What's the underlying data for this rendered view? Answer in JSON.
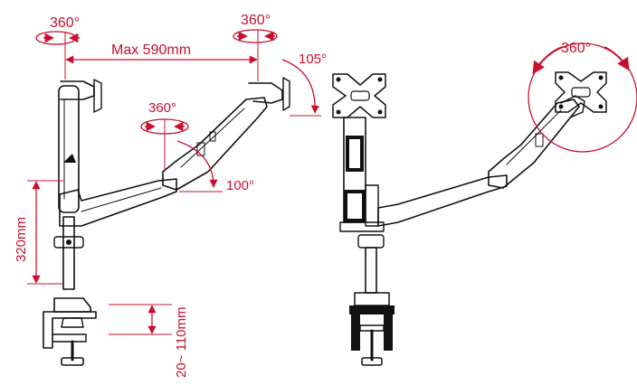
{
  "colors": {
    "annotation": "#c8102e",
    "line": "#111111",
    "background": "#ffffff"
  },
  "labels": {
    "rot_left_top": "360°",
    "rot_right_top": "360°",
    "max_reach": "Max 590mm",
    "tilt_top": "105°",
    "rot_mid": "360°",
    "tilt_lower": "100°",
    "height": "320mm",
    "clamp": "20~ 110mm",
    "panel_rotation": "360°"
  },
  "icons": [
    "monitor-mount-plate-icon",
    "clamp-icon",
    "rotation-arrow-icon"
  ]
}
